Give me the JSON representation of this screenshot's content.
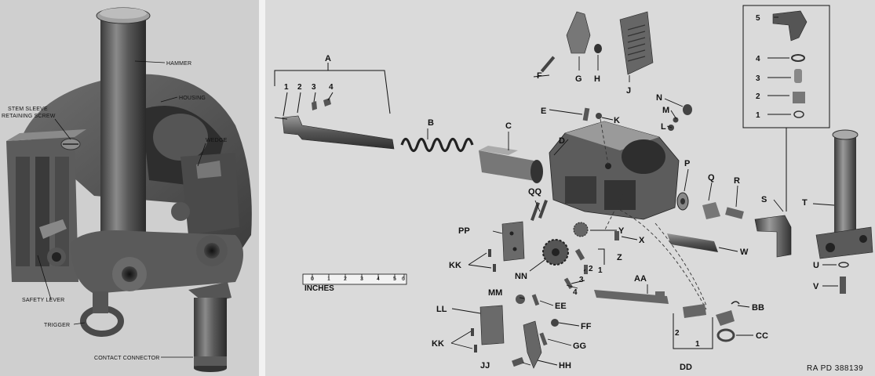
{
  "left_labels": {
    "hammer": "HAMMER",
    "housing": "HOUSING",
    "stem_sleeve_1": "STEM SLEEVE",
    "stem_sleeve_2": "RETAINING SCREW",
    "wedge": "WEDGE",
    "safety_lever": "SAFETY LEVER",
    "trigger": "TRIGGER",
    "contact_connector": "CONTACT CONNECTOR"
  },
  "parts": {
    "A": "A",
    "B": "B",
    "C": "C",
    "D": "D",
    "E": "E",
    "F": "F",
    "G": "G",
    "H": "H",
    "J": "J",
    "K": "K",
    "L": "L",
    "M": "M",
    "N": "N",
    "P": "P",
    "Q": "Q",
    "R": "R",
    "S": "S",
    "T": "T",
    "U": "U",
    "V": "V",
    "W": "W",
    "X": "X",
    "Y": "Y",
    "Z": "Z",
    "AA": "AA",
    "BB": "BB",
    "CC": "CC",
    "DD": "DD",
    "EE": "EE",
    "FF": "FF",
    "GG": "GG",
    "HH": "HH",
    "JJ": "JJ",
    "KK1": "KK",
    "KK2": "KK",
    "LL": "LL",
    "MM": "MM",
    "NN": "NN",
    "PP": "PP",
    "QQ": "QQ"
  },
  "sub_numbers": {
    "a1": "1",
    "a2": "2",
    "a3": "3",
    "a4": "4",
    "s5": "5",
    "s4": "4",
    "s3": "3",
    "s2": "2",
    "s1": "1",
    "z1": "1",
    "z2": "2",
    "z3": "3",
    "z4": "4",
    "dd1": "1",
    "dd2": "2"
  },
  "scale": {
    "ticks": [
      "0",
      "1",
      "2",
      "3",
      "4",
      "5",
      "6"
    ],
    "unit": "INCHES"
  },
  "footer_ref": "RA PD 388139"
}
